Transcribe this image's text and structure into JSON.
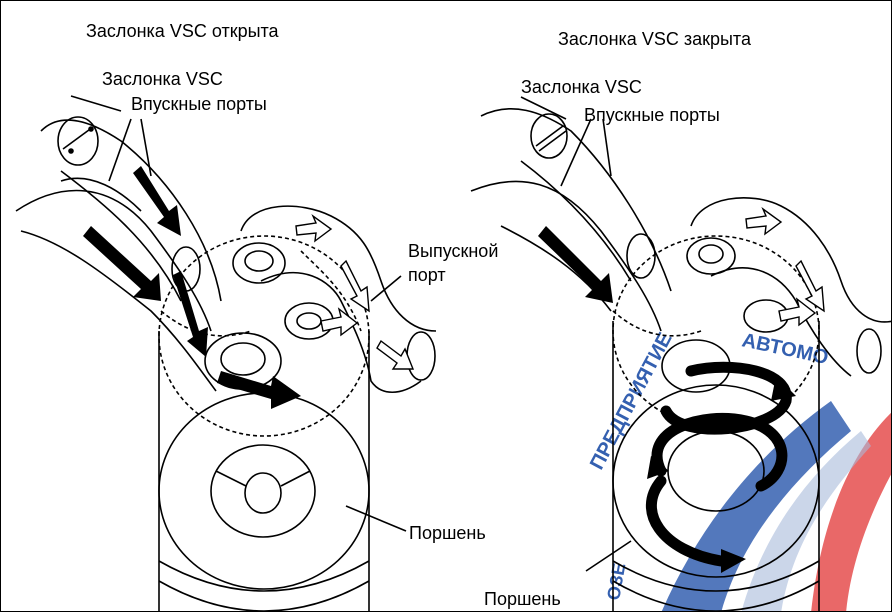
{
  "left_panel": {
    "title": "Заслонка VSC открыта",
    "vsc_label": "Заслонка VSC",
    "intake_label": "Впускные порты",
    "exhaust_label_line1": "Выпускной",
    "exhaust_label_line2": "порт",
    "piston_label": "Поршень"
  },
  "right_panel": {
    "title": "Заслонка VSC закрыта",
    "vsc_label": "Заслонка VSC",
    "intake_label": "Впускные порты",
    "piston_label": "Поршень"
  },
  "colors": {
    "line": "#000000",
    "watermark_blue": "#1f4fa8",
    "watermark_red": "#e23b3b"
  },
  "watermark": {
    "arc_text": "ПРЕДПРИЯТИЕ АВТОМОБИЛЬ",
    "vertical_text": "ОЗЕ"
  }
}
